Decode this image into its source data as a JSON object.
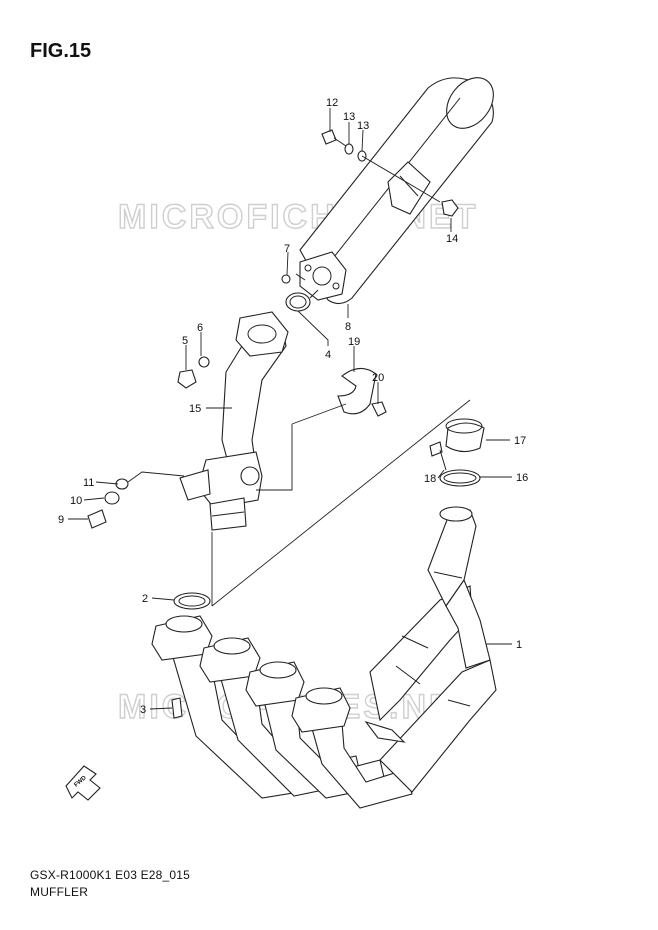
{
  "figure": {
    "title": "FIG.15",
    "model_code": "GSX-R1000K1 E03 E28_015",
    "name": "MUFFLER"
  },
  "watermark": "MICROFICHES.NET",
  "callouts": [
    {
      "id": "c1",
      "label": "1"
    },
    {
      "id": "c2",
      "label": "2"
    },
    {
      "id": "c3",
      "label": "3"
    },
    {
      "id": "c4",
      "label": "4"
    },
    {
      "id": "c5",
      "label": "5"
    },
    {
      "id": "c6",
      "label": "6"
    },
    {
      "id": "c7",
      "label": "7"
    },
    {
      "id": "c8",
      "label": "8"
    },
    {
      "id": "c9",
      "label": "9"
    },
    {
      "id": "c10",
      "label": "10"
    },
    {
      "id": "c11",
      "label": "11"
    },
    {
      "id": "c12",
      "label": "12"
    },
    {
      "id": "c13a",
      "label": "13"
    },
    {
      "id": "c13b",
      "label": "13"
    },
    {
      "id": "c14",
      "label": "14"
    },
    {
      "id": "c15",
      "label": "15"
    },
    {
      "id": "c16",
      "label": "16"
    },
    {
      "id": "c17",
      "label": "17"
    },
    {
      "id": "c18",
      "label": "18"
    },
    {
      "id": "c19",
      "label": "19"
    },
    {
      "id": "c20",
      "label": "20"
    }
  ],
  "badge": "FWD"
}
